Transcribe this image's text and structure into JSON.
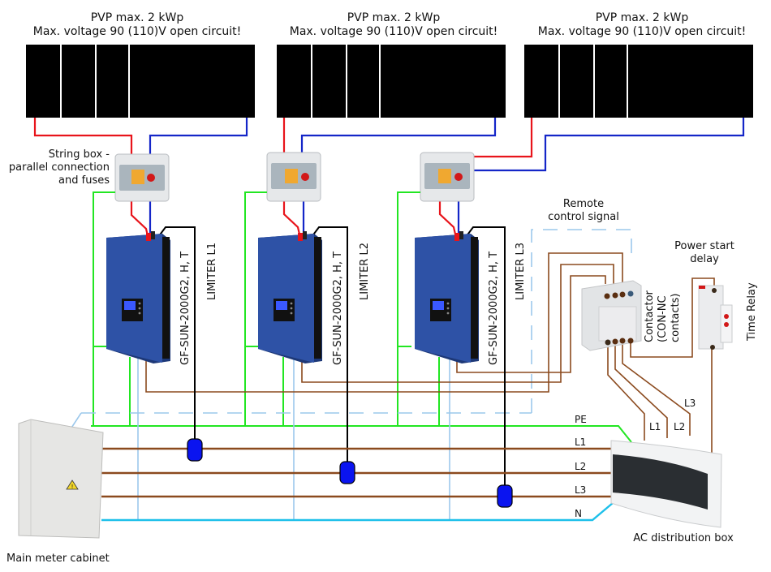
{
  "diagram": {
    "panels": [
      {
        "title_line1": "PVP max. 2 kWp",
        "title_line2": "Max. voltage 90 (110)V open circuit!"
      },
      {
        "title_line1": "PVP max. 2 kWp",
        "title_line2": "Max. voltage 90 (110)V open circuit!"
      },
      {
        "title_line1": "PVP max. 2 kWp",
        "title_line2": "Max. voltage 90 (110)V open circuit!"
      }
    ],
    "string_box_label": [
      "String box -",
      "parallel connection",
      "and fuses"
    ],
    "inverters": [
      {
        "model": "GF-SUN-2000G2, H, T",
        "limiter": "LIMITER L1"
      },
      {
        "model": "GF-SUN-2000G2, H, T",
        "limiter": "LIMITER L2"
      },
      {
        "model": "GF-SUN-2000G2, H, T",
        "limiter": "LIMITER L3"
      }
    ],
    "remote_control_label": [
      "Remote",
      "control signal"
    ],
    "power_start_label": [
      "Power start",
      "delay"
    ],
    "contactor_label": [
      "Contactor",
      "(CON-NC",
      "contacts)"
    ],
    "time_relay_label": "Time Relay",
    "bus_labels": {
      "pe": "PE",
      "l1": "L1",
      "l2": "L2",
      "l3": "L3",
      "n": "N"
    },
    "contactor_out_labels": {
      "l1": "L1",
      "l2": "L2",
      "l3": "L3"
    },
    "main_meter_label": "Main meter cabinet",
    "ac_box_label": "AC distribution box",
    "colors": {
      "dc_positive": "#e8141b",
      "dc_negative": "#1426c8",
      "pe": "#22e622",
      "phase": "#8b4a1e",
      "neutral": "#1ec0ea",
      "signal": "#9cc8ec",
      "limiter_cable": "#000000",
      "limiter_clamp": "#0a14f0",
      "inverter_body": "#2a4a96"
    }
  }
}
